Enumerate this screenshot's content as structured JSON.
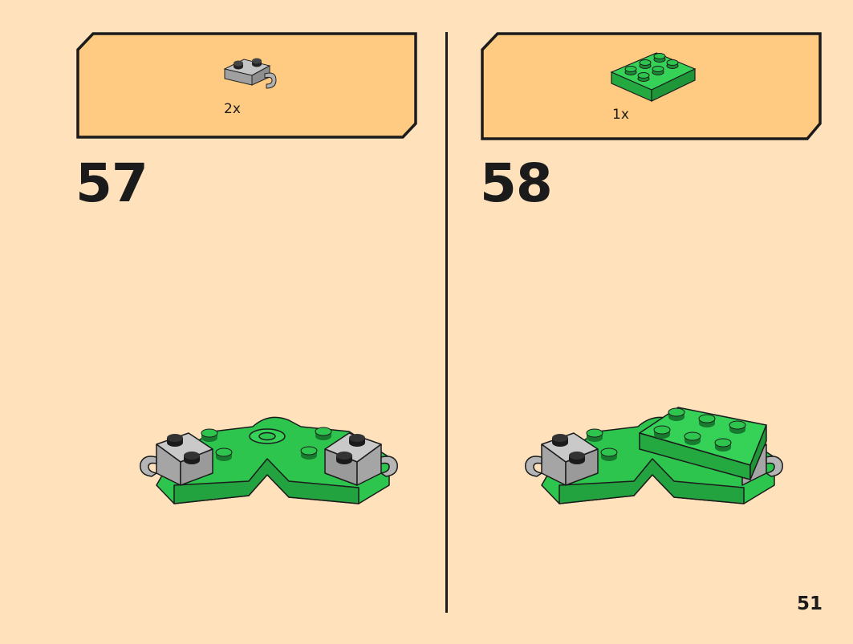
{
  "steps": [
    {
      "number": "57",
      "parts": [
        {
          "quantity": "2x",
          "icon": "gray-plate-with-clip-icon"
        }
      ]
    },
    {
      "number": "58",
      "parts": [
        {
          "quantity": "1x",
          "icon": "green-plate-2x3-icon"
        }
      ]
    }
  ],
  "page_number": "51",
  "colors": {
    "background": "#FFE1BC",
    "parts_box_fill": "#FFCB83",
    "ink": "#1B1B1B",
    "brick_green": "#2EC54E",
    "brick_gray": "#A5A5A5"
  }
}
